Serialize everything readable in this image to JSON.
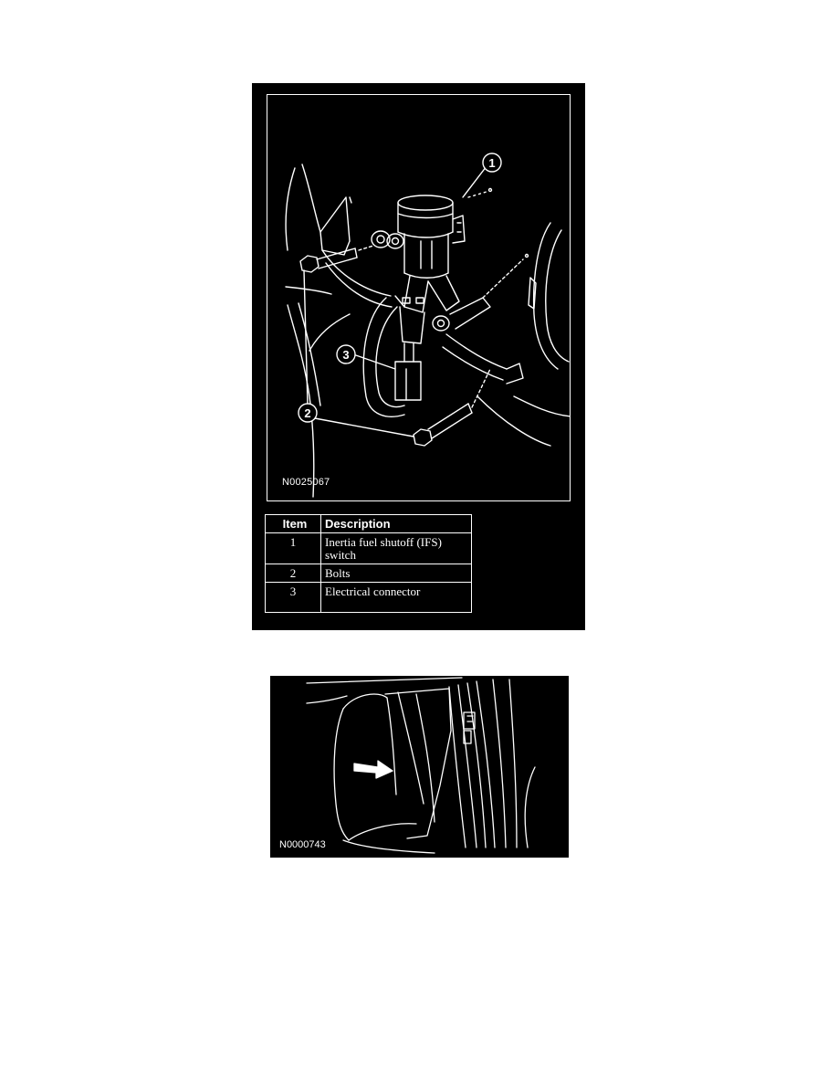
{
  "figure1": {
    "id": "N0025067",
    "callouts": [
      "1",
      "2",
      "3"
    ],
    "table": {
      "headers": [
        "Item",
        "Description"
      ],
      "rows": [
        {
          "item": "1",
          "description": "Inertia fuel shutoff (IFS) switch"
        },
        {
          "item": "2",
          "description": "Bolts"
        },
        {
          "item": "3",
          "description": "Electrical connector"
        }
      ]
    }
  },
  "figure2": {
    "id": "N0000743"
  },
  "colors": {
    "background": "#ffffff",
    "panel": "#000000",
    "line": "#ffffff"
  }
}
